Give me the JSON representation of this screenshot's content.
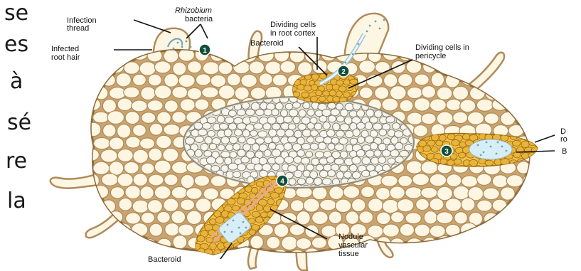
{
  "slide_text_fragments": [
    "se",
    "es",
    "à",
    "sé",
    "re",
    "la"
  ],
  "labels": {
    "infection_thread": [
      "Infection",
      "thread"
    ],
    "rhizobium_bacteria": [
      "Rhizobium",
      "bacteria"
    ],
    "infected_root_hair": [
      "Infected",
      "root hair"
    ],
    "dividing_cortex": [
      "Dividing cells",
      "in root cortex"
    ],
    "bacteroid_top": "Bacteroid",
    "dividing_pericycle": [
      "Dividing cells in",
      "pericycle"
    ],
    "right_partial_1": [
      "D",
      "ro"
    ],
    "right_partial_2": "B",
    "nodule_vascular": [
      "Nodule",
      "vascular",
      "tissue"
    ],
    "bacteroid_bottom": "Bacteroid"
  },
  "step_markers": [
    "1",
    "2",
    "3",
    "4"
  ],
  "colors": {
    "cell_wall": "#b08a5a",
    "cell_fill": "#fdf6e3",
    "nodule_cell": "#e9b43a",
    "nodule_outline": "#9a6a10",
    "marker": "#0f4f3c",
    "bacteria": "#6fa0b8"
  }
}
